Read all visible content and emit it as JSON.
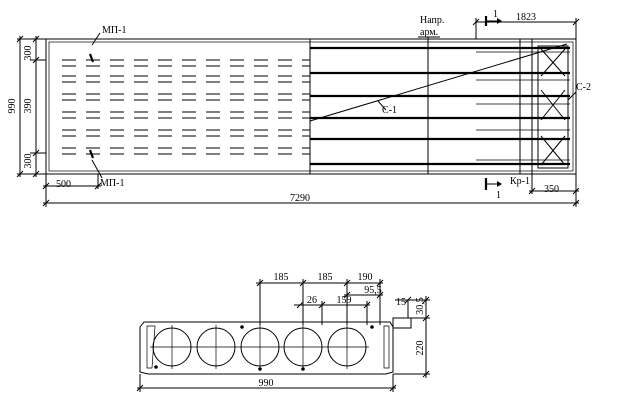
{
  "plan": {
    "dims": {
      "left_total": "990",
      "left_top": "300",
      "left_mid": "390",
      "left_bottom": "300",
      "bottom_left": "500",
      "total_length": "7290",
      "top_right": "1823",
      "bottom_right": "350"
    },
    "labels": {
      "mp_top": "МП-1",
      "mp_bottom": "МП-1",
      "napr_line1": "Напр.",
      "napr_line2": "арм.",
      "section_mark": "1",
      "section_mark_bottom": "1",
      "c1": "С-1",
      "c2": "С-2",
      "kr1": "Кр-1"
    }
  },
  "section": {
    "dims": {
      "pitch1": "185",
      "pitch2": "185",
      "edge": "190",
      "d26": "26",
      "d159": "159",
      "d95": "95,5",
      "d15": "15",
      "d305": "30,5",
      "height": "220",
      "width": "990"
    }
  }
}
